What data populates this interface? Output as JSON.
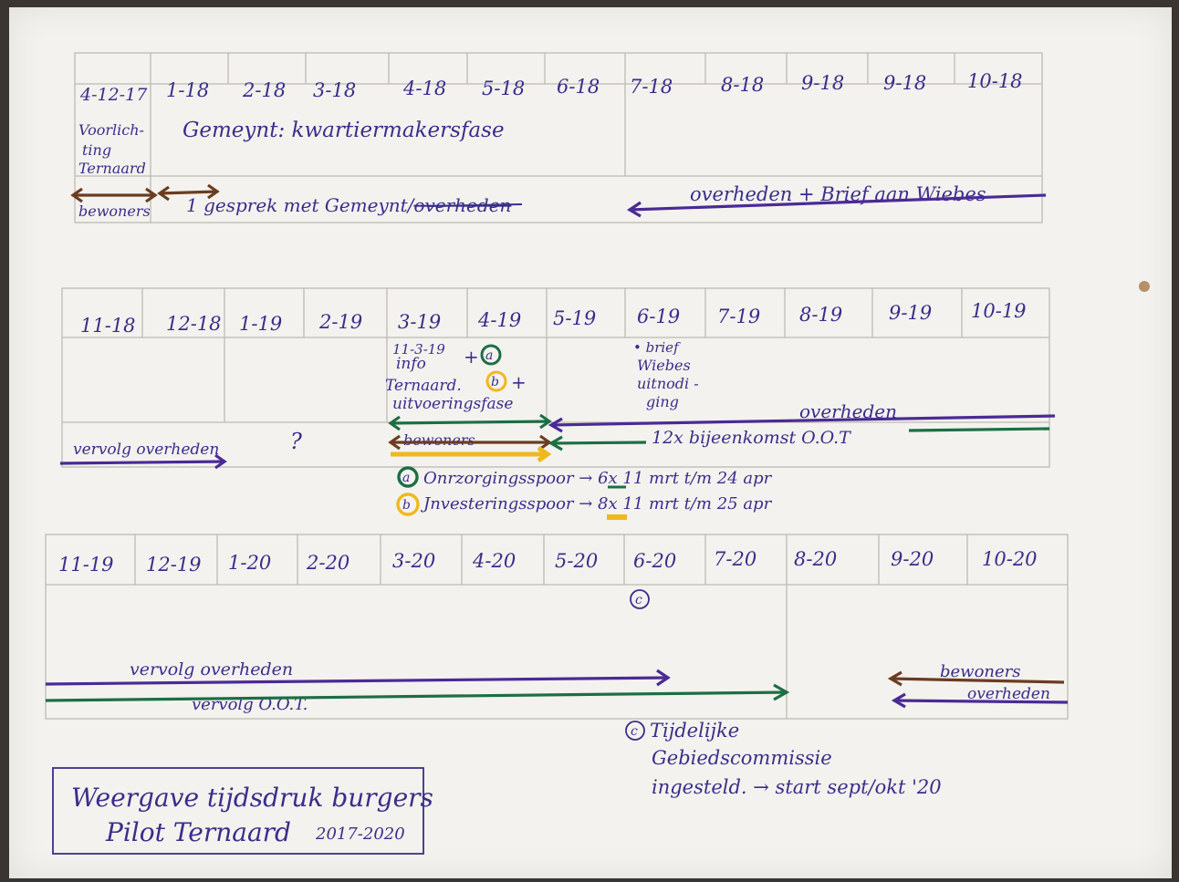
{
  "colors": {
    "ink": "#3a2e8a",
    "purple": "#4a2a96",
    "green": "#1d6e45",
    "brown": "#6b3c22",
    "yellow": "#f0b81c",
    "grid": "#bdbab2"
  },
  "row1": {
    "months": [
      "4-12-17",
      "1-18",
      "2-18",
      "3-18",
      "4-18",
      "5-18",
      "6-18",
      "7-18",
      "8-18",
      "9-18",
      "9-18",
      "10-18"
    ],
    "voorlichting": [
      "Voorlich-",
      "ting",
      "Ternaard"
    ],
    "phase": "Gemeynt: kwartiermakersfase",
    "bewoners": "bewoners",
    "gesprek": "1 gesprek met Gemeynt/",
    "gesprek_struck": "overheden",
    "overheden_brief": "overheden + Brief aan Wiebes"
  },
  "row2": {
    "months": [
      "11-18",
      "12-18",
      "1-19",
      "2-19",
      "3-19",
      "4-19",
      "5-19",
      "6-19",
      "7-19",
      "8-19",
      "9-19",
      "10-19"
    ],
    "info": [
      "11-3-19",
      "info",
      "Ternaard.",
      "uitvoeringsfase"
    ],
    "info_plus_a": "+",
    "info_plus_b": "+",
    "brief": [
      "• brief",
      "Wiebes",
      "uitnodi -",
      "ging"
    ],
    "vervolg": "vervolg overheden",
    "question": "?",
    "bewoners": "bewoners",
    "overheden": "overheden",
    "bijeenkomst": "12x bijeenkomst O.O.T",
    "legend_a_marker": "a",
    "legend_a": "Onrzorgingsspoor → 6x 11 mrt t/m 24 apr",
    "legend_b_marker": "b",
    "legend_b": "Jnvesteringsspoor → 8x 11 mrt t/m 25 apr"
  },
  "row3": {
    "months": [
      "11-19",
      "12-19",
      "1-20",
      "2-20",
      "3-20",
      "4-20",
      "5-20",
      "6-20",
      "7-20",
      "8-20",
      "9-20",
      "10-20"
    ],
    "marker_c": "c",
    "vervolg_overheden": "vervolg overheden",
    "vervolg_oot": "vervolg O.O.T.",
    "bewoners": "bewoners",
    "overheden": "overheden"
  },
  "note_c": {
    "marker": "c",
    "lines": [
      "Tijdelijke",
      "Gebiedscommissie",
      "ingesteld.  →  start  sept/okt '20"
    ]
  },
  "title_box": {
    "line1": "Weergave tijdsdruk burgers",
    "line2": "Pilot Ternaard",
    "years": "2017-2020"
  }
}
